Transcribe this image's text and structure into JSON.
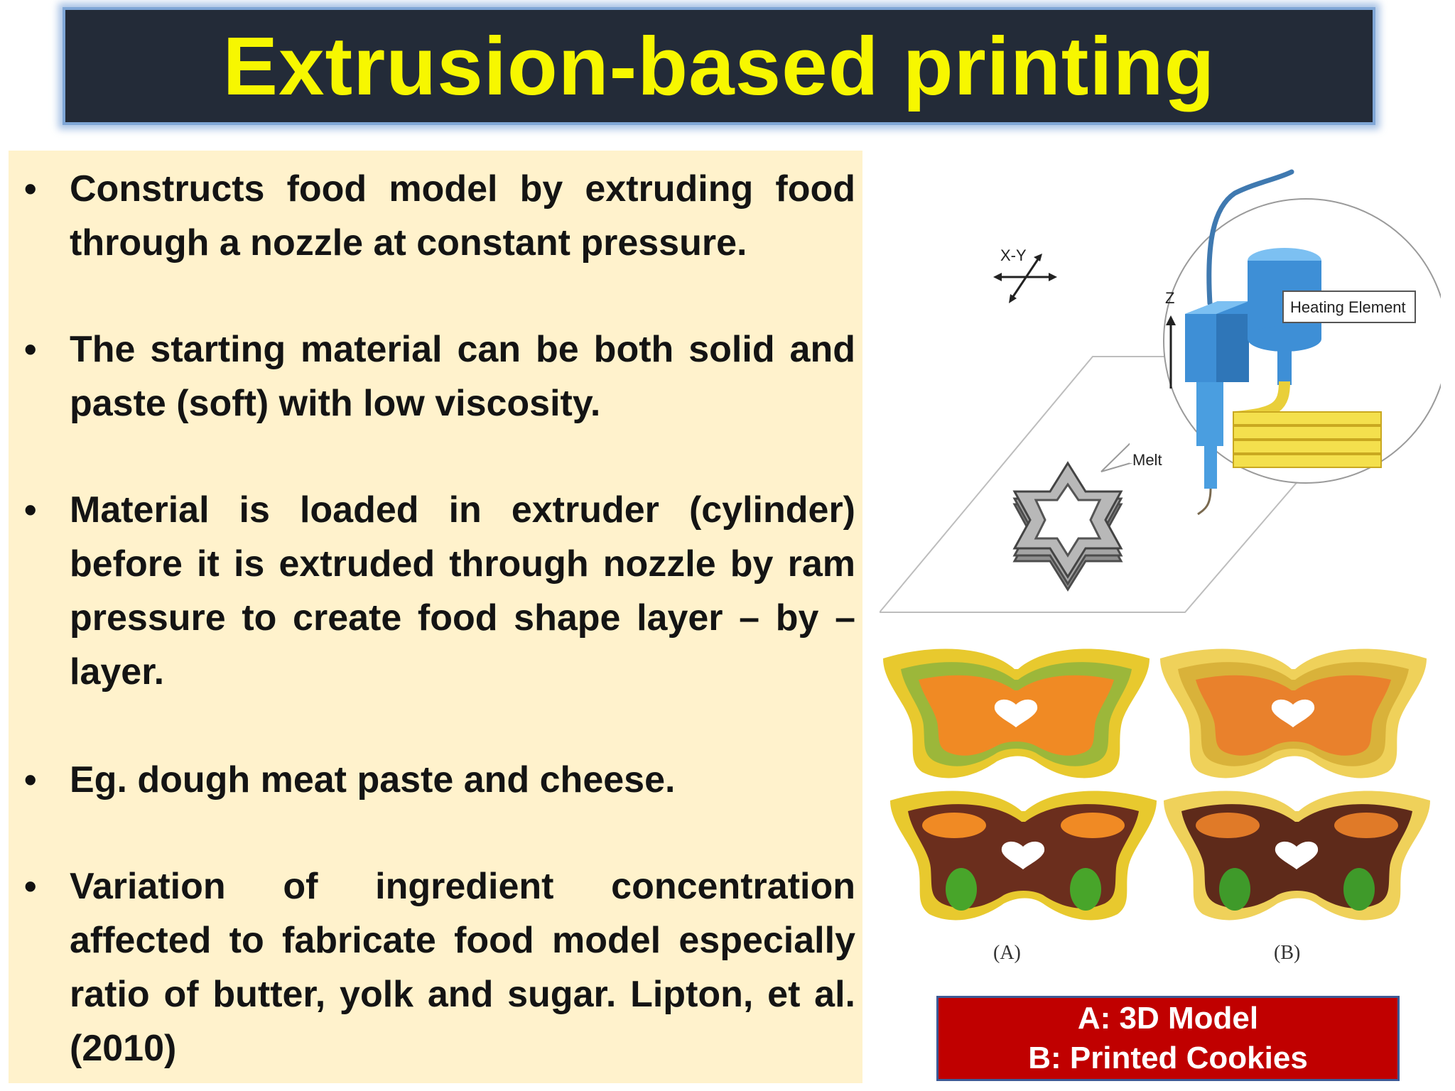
{
  "title": "Extrusion-based printing",
  "bullets": [
    {
      "text": "Constructs food model by extruding food through a nozzle at constant pressure."
    },
    {
      "text": "The starting material can be both solid and paste (soft) with low viscosity."
    },
    {
      "text": "Material is loaded in extruder (cylinder) before it is extruded through nozzle by ram pressure to create food shape layer – by – layer."
    },
    {
      "text": "Eg. dough meat  paste  and  cheese."
    },
    {
      "text": "Variation of ingredient concentration affected to fabricate food model especially ratio of butter, yolk and sugar. Lipton, et al. (2010)"
    }
  ],
  "bullet_symbol": "•",
  "figure": {
    "axis_xy_label": "X-Y",
    "axis_z_label": "Z",
    "melt_label": "Melt",
    "heating_label": "Heating Element",
    "panel_a_label": "(A)",
    "panel_b_label": "(B)"
  },
  "caption": {
    "line1": "A: 3D Model",
    "line2": "B: Printed Cookies"
  },
  "colors": {
    "title_bg": "#232b38",
    "title_text": "#f7f700",
    "panel_bg": "#fff2cc",
    "caption_bg": "#c00000",
    "nozzle_blue": "#4a9ee0",
    "filament_yellow": "#f4e04d"
  }
}
